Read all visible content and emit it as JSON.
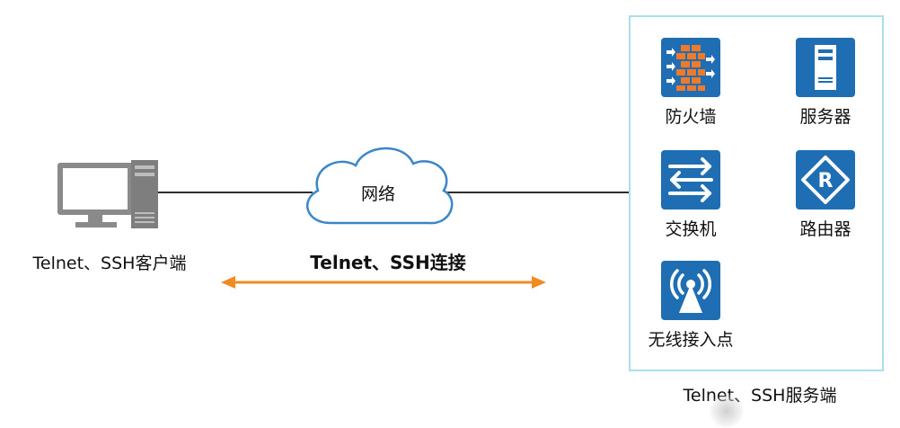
{
  "client": {
    "label": "Telnet、SSH客户端"
  },
  "network": {
    "label": "网络"
  },
  "connection": {
    "label": "Telnet、SSH连接",
    "arrow_color": "#f08a24"
  },
  "server": {
    "label": "Telnet、SSH服务端",
    "panel_border_color": "#a9dfe6",
    "devices": [
      {
        "label": "防火墙",
        "icon": "firewall-icon"
      },
      {
        "label": "服务器",
        "icon": "server-icon"
      },
      {
        "label": "交换机",
        "icon": "switch-icon"
      },
      {
        "label": "路由器",
        "icon": "router-icon"
      },
      {
        "label": "无线接入点",
        "icon": "wireless-ap-icon"
      }
    ]
  },
  "colors": {
    "device_tile": "#1f6db2",
    "computer_gray": "#8a8a8a",
    "cloud_blue": "#3a86c8"
  }
}
